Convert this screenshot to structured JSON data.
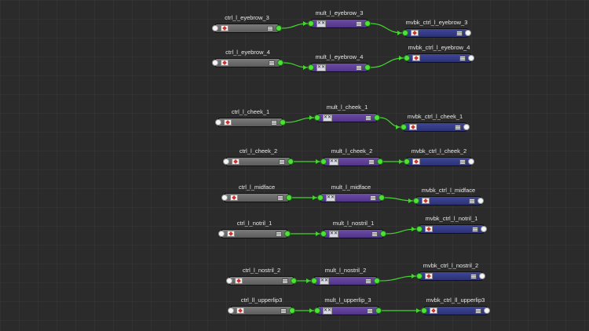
{
  "colors": {
    "background": "#2b2b2b",
    "ctrl_node": "#6a6a6a",
    "mult_node": "#5e3f98",
    "mvbk_node": "#343b86",
    "connection": "#43d62c",
    "port_connected": "#4fe13a",
    "port_free": "#f4f4f4"
  },
  "icons": {
    "ctrl": "transform-icon",
    "mult": "multiply-icon",
    "mvbk": "transform-icon",
    "attributes": "attribute-list-icon"
  },
  "multiply_glyph": "✕✕",
  "rows": [
    {
      "ctrl": "ctrl_l_eyebrow_3",
      "mult": "mult_l_eyebrow_3",
      "mvbk": "mvbk_ctrl_l_eyebrow_3"
    },
    {
      "ctrl": "ctrl_l_eyebrow_4",
      "mult": "mult_l_eyebrow_4",
      "mvbk": "mvbk_ctrl_l_eyebrow_4"
    },
    {
      "ctrl": "ctrl_l_cheek_1",
      "mult": "mult_l_cheek_1",
      "mvbk": "mvbk_ctrl_l_cheek_1"
    },
    {
      "ctrl": "ctrl_l_cheek_2",
      "mult": "mult_l_cheek_2",
      "mvbk": "mvbk_ctrl_l_cheek_2"
    },
    {
      "ctrl": "ctrl_l_midface",
      "mult": "mult_l_midface",
      "mvbk": "mvbk_ctrl_l_midface"
    },
    {
      "ctrl": "ctrl_l_notril_1",
      "mult": "mult_l_nostril_1",
      "mvbk": "mvbk_ctrl_l_notril_1"
    },
    {
      "ctrl": "ctrl_l_nostril_2",
      "mult": "mult_l_nostril_2",
      "mvbk": "mvbk_ctrl_l_nostril_2"
    },
    {
      "ctrl": "ctrl_ll_upperlip3",
      "mult": "mult_l_upperlip_3",
      "mvbk": "mvbk_ctrl_ll_upperlip3"
    }
  ]
}
